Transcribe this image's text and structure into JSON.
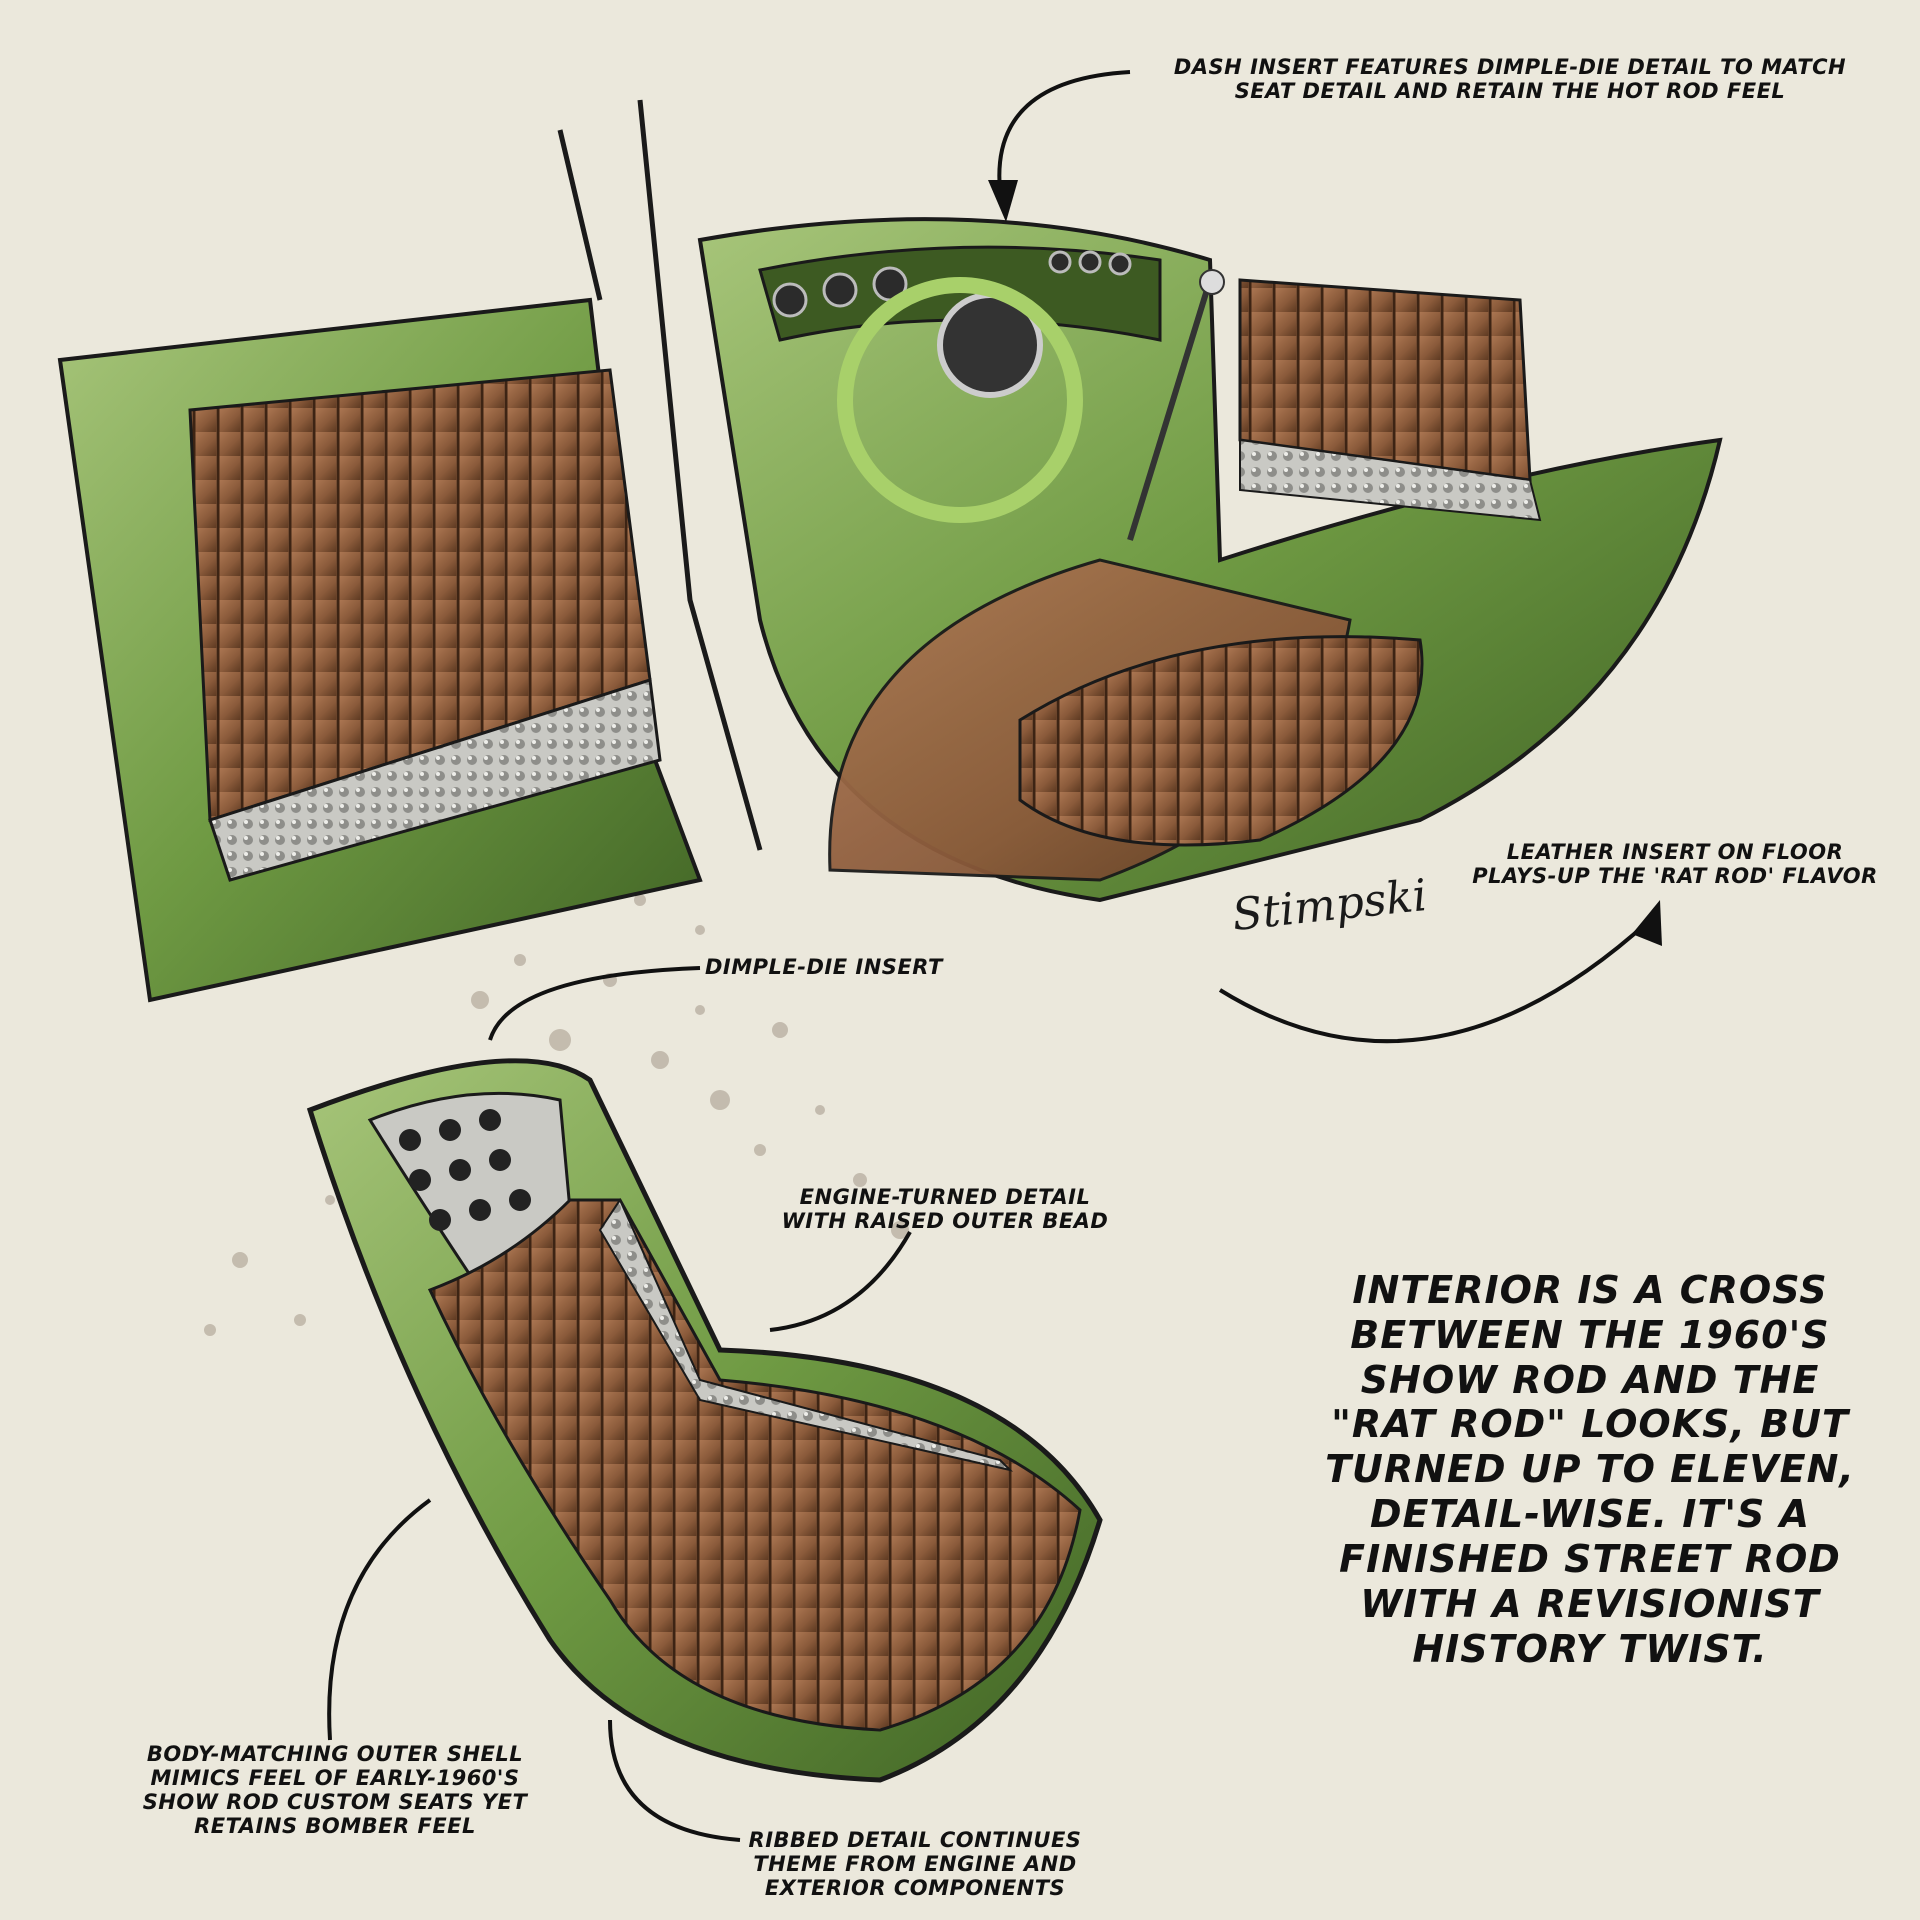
{
  "annotations": {
    "dash": "Dash insert features dimple-die detail to match\nseat detail and retain the hot rod feel",
    "floor": "Leather insert on floor\nplays-up the 'rat rod' flavor",
    "dimple": "Dimple-die insert",
    "engine_turned": "Engine-turned detail\nwith raised outer bead",
    "shell": "Body-matching outer shell\nmimics feel of early-1960's\nshow rod custom seats yet\nretains bomber feel",
    "ribbed": "Ribbed detail continues\ntheme from engine and\nexterior components"
  },
  "headline": "Interior is a cross\nbetween the 1960's\nshow rod and the\n\"rat rod\" looks, but\nturned up to eleven,\ndetail-wise. It's a\nfinished street rod\nwith a revisionist\nhistory twist.",
  "signature": "Stimpski",
  "colors": {
    "paper": "#ebe8dc",
    "body_green": "#6f9a43",
    "leather_brown": "#8a5a3a",
    "metal": "#b8b8b4",
    "ink": "#111111"
  }
}
